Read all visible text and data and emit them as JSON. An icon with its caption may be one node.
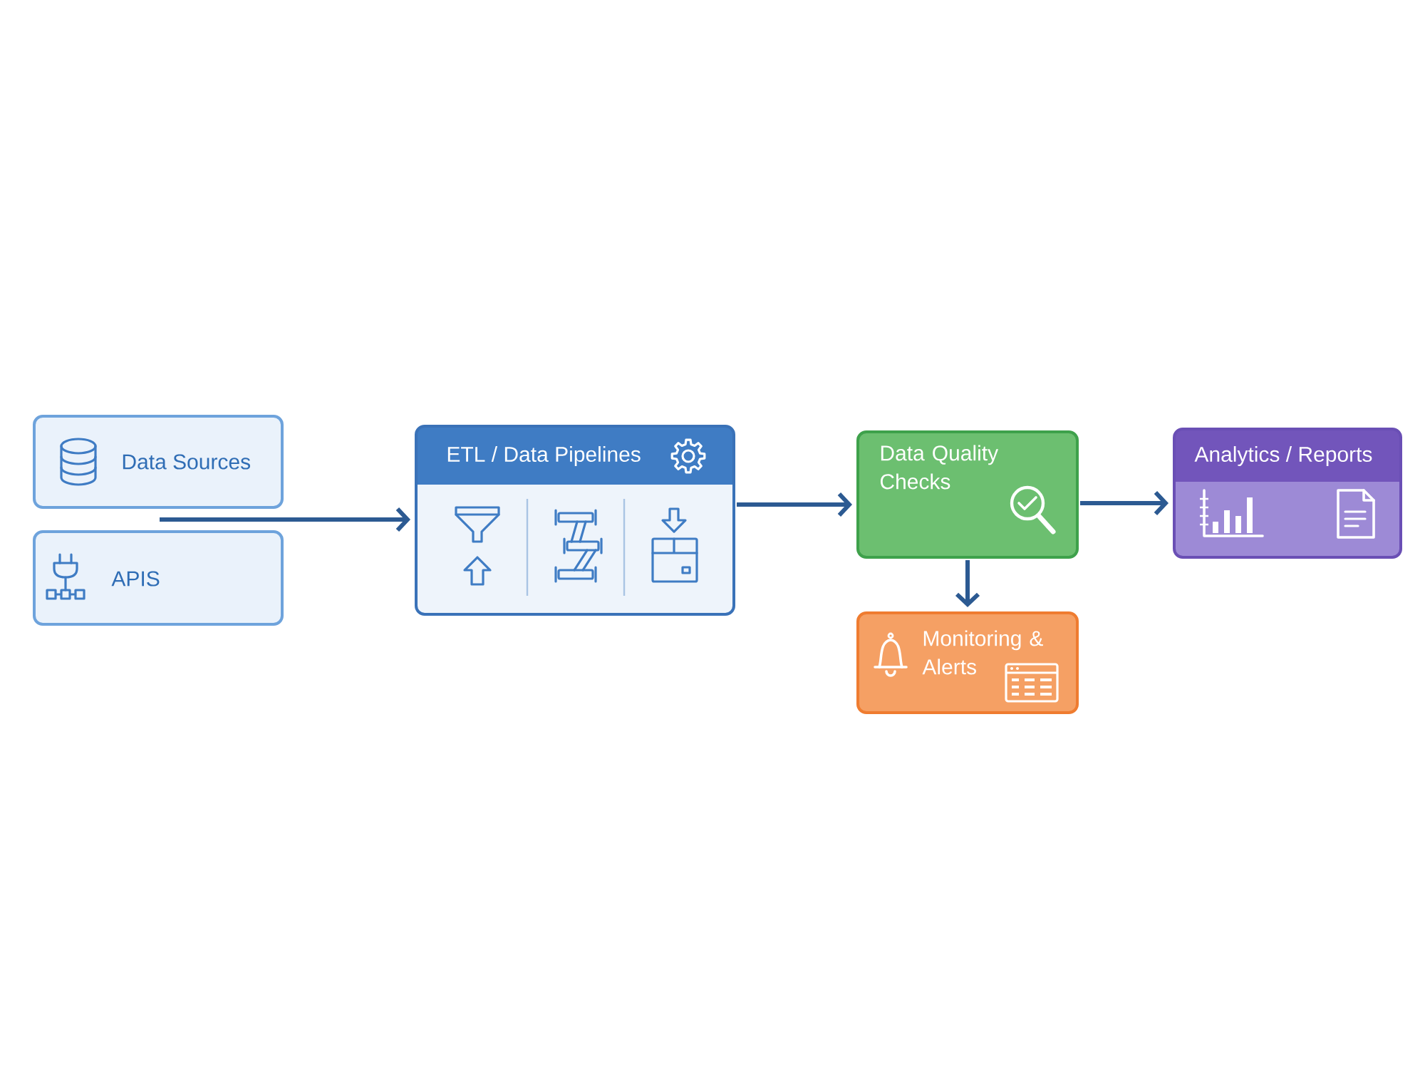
{
  "diagram": {
    "nodes": [
      {
        "text": [
          "Data Sources"
        ]
      },
      {
        "text": [
          "APIS"
        ]
      },
      {
        "text": [
          "ETL / Data Pipelines"
        ]
      },
      {
        "text": [
          "Data Quality Checks"
        ]
      },
      {
        "text": [
          "Monitoring & Alerts"
        ]
      },
      {
        "text": [
          "Analytics / Reports"
        ]
      }
    ],
    "edges": [
      {
        "from": 0,
        "to": 2,
        "arrow": "to"
      },
      {
        "from": 1,
        "to": 2,
        "arrow": "to"
      },
      {
        "from": 2,
        "to": 3,
        "arrow": "to"
      },
      {
        "from": 3,
        "to": 5,
        "arrow": "to"
      },
      {
        "from": 3,
        "to": 4,
        "arrow": "to"
      }
    ]
  }
}
